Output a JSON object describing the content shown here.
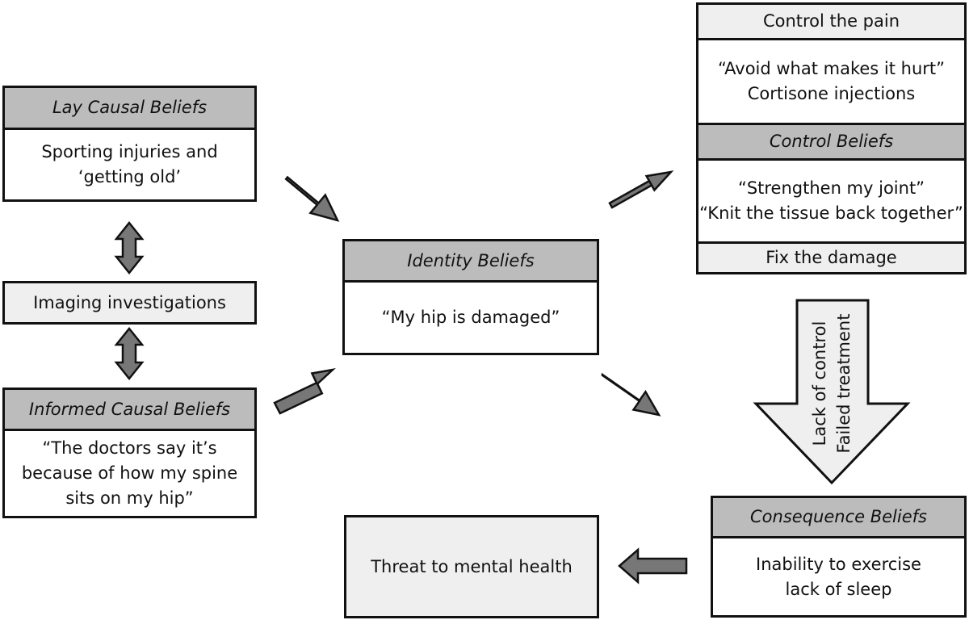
{
  "lay_causal": {
    "header": "Lay Causal Beliefs",
    "lines": [
      "Sporting injuries and",
      "‘getting old’"
    ]
  },
  "imaging": {
    "label": "Imaging investigations"
  },
  "informed_causal": {
    "header": "Informed Causal Beliefs",
    "lines": [
      "“The doctors say it’s",
      "because of how my spine",
      "sits on my hip”"
    ]
  },
  "identity": {
    "header": "Identity Beliefs",
    "lines": [
      "“My hip is damaged”"
    ]
  },
  "control": {
    "top_label": "Control the pain",
    "top_lines": [
      "“Avoid what makes it hurt”",
      "Cortisone injections"
    ],
    "header": "Control Beliefs",
    "bottom_lines": [
      "“Strengthen my joint”",
      "“Knit the tissue back together”"
    ],
    "bottom_label": "Fix the damage"
  },
  "big_arrow": {
    "lines": [
      "Lack of control",
      "Failed treatment"
    ]
  },
  "consequence": {
    "header": "Consequence Beliefs",
    "lines": [
      "Inability to exercise",
      "lack of sleep"
    ]
  },
  "threat": {
    "label": "Threat to mental health"
  },
  "colors": {
    "header_fill": "#bcbcbc",
    "light_fill": "#efefef",
    "arrow_fill": "#777777",
    "border": "#111111"
  }
}
